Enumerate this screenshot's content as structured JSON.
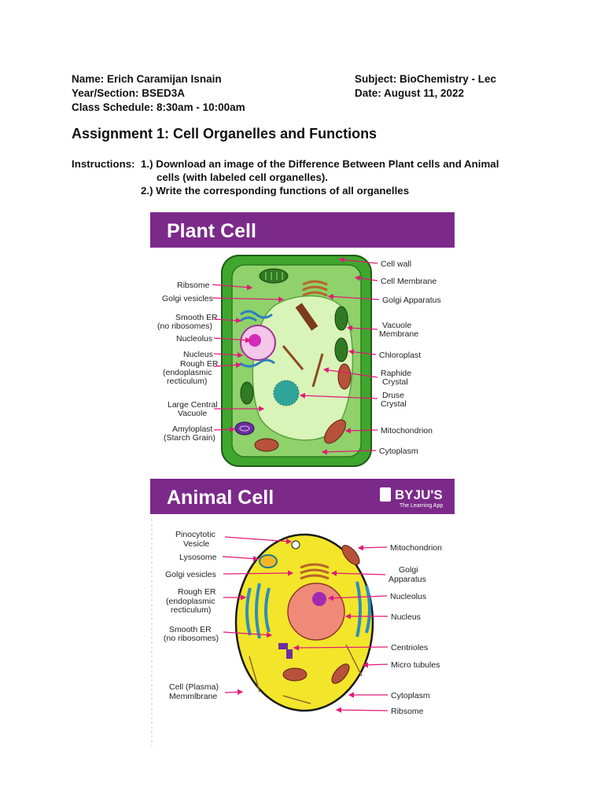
{
  "header": {
    "name": "Name: Erich Caramijan Isnain",
    "year_section": "Year/Section: BSED3A",
    "schedule": "Class Schedule: 8:30am - 10:00am",
    "subject": "Subject: BioChemistry - Lec",
    "date": "Date: August 11, 2022"
  },
  "assignment_title": "Assignment 1: Cell Organelles and Functions",
  "instructions": {
    "label": "Instructions:",
    "item1": "1.) Download an image of the Difference Between Plant cells and Animal",
    "item1_cont": "cells (with labeled cell organelles).",
    "item2": "2.) Write the corresponding functions of all organelles"
  },
  "plant_cell": {
    "title": "Plant Cell",
    "labels": {
      "ribsome": "Ribsome",
      "golgi_vesicles": "Golgi vesicles",
      "smooth_er": "Smooth ER",
      "smooth_er_sub": "(no ribosomes)",
      "nucleolus": "Nucleolus",
      "nucleus": "Nucleus",
      "rough_er": "Rough ER",
      "rough_er_sub1": "(endoplasmic",
      "rough_er_sub2": "recticulum)",
      "large_central": "Large Central",
      "vacuole": "Vacuole",
      "amyloplast": "Amyloplast",
      "starch_grain": "(Starch Grain)",
      "cell_wall": "Cell wall",
      "cell_membrane": "Cell Membrane",
      "golgi_apparatus": "Golgi Apparatus",
      "vacuole_membrane1": "Vacuole",
      "vacuole_membrane2": "Membrane",
      "chloroplast": "Chloroplast",
      "raphide1": "Raphide",
      "raphide2": "Crystal",
      "druse1": "Druse",
      "druse2": "Crystal",
      "mitochondrion": "Mitochondrion",
      "cytoplasm": "Cytoplasm"
    }
  },
  "animal_cell": {
    "title": "Animal Cell",
    "brand": "BYJU'S",
    "brand_sub": "The Learning App",
    "labels": {
      "pinocytotic1": "Pinocytotic",
      "pinocytotic2": "Vesicle",
      "lysosome": "Lysosome",
      "golgi_vesicles": "Golgi vesicles",
      "rough_er": "Rough ER",
      "rough_er_sub1": "(endoplasmic",
      "rough_er_sub2": "recticulum)",
      "smooth_er": "Smooth ER",
      "smooth_er_sub": "(no ribosomes)",
      "cell_plasma1": "Cell (Plasma)",
      "cell_plasma2": "Memmlbrane",
      "mitochondrion": "Mitochondrion",
      "golgi1": "Golgi",
      "golgi2": "Apparatus",
      "nucleolus": "Nucleolus",
      "nucleus": "Nucleus",
      "centrioles": "Centrioles",
      "micro_tubules": "Micro tubules",
      "cytoplasm": "Cytoplasm",
      "ribsome": "Ribsome"
    }
  },
  "colors": {
    "banner": "#7b2a8a",
    "plant_wall": "#3fa62e",
    "plant_cyto": "#8fd16a",
    "vacuole": "#d9f4b8",
    "animal_cyto": "#f3e52a",
    "pointer": "#e0197a"
  }
}
